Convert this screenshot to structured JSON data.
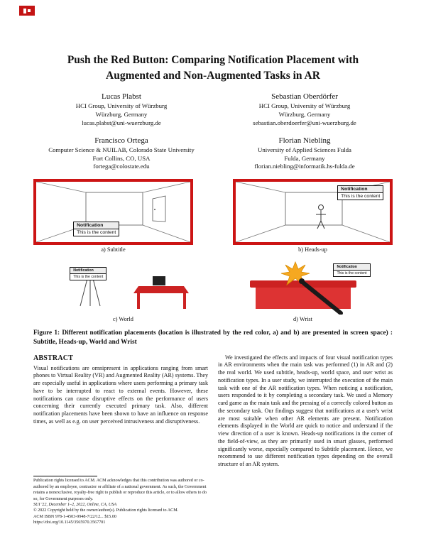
{
  "colors": {
    "accent_red": "#cc1414",
    "star_yellow": "#f6a820"
  },
  "paper": {
    "title_line1": "Push the Red Button: Comparing Notification Placement with",
    "title_line2": "Augmented and Non-Augmented Tasks in AR"
  },
  "authors": [
    {
      "name": "Lucas Plabst",
      "affil1": "HCI Group, University of Würzburg",
      "affil2": "Würzburg, Germany",
      "email": "lucas.plabst@uni-wuerzburg.de"
    },
    {
      "name": "Sebastian Oberdörfer",
      "affil1": "HCI Group, University of Würzburg",
      "affil2": "Würzburg, Germany",
      "email": "sebastian.oberdoerfer@uni-wuerzburg.de"
    },
    {
      "name": "Francisco Ortega",
      "affil1": "Computer Science & NUILAB, Colorado State University",
      "affil2": "Fort Collins, CO, USA",
      "email": "fortega@colostate.edu"
    },
    {
      "name": "Florian Niebling",
      "affil1": "University of Applied Sciences Fulda",
      "affil2": "Fulda, Germany",
      "email": "florian.niebling@informatik.hs-fulda.de"
    }
  ],
  "figure": {
    "notification_title": "Notification",
    "notification_body": "This is the content",
    "panels": [
      {
        "label": "a) Subtitle"
      },
      {
        "label": "b) Heads-up"
      },
      {
        "label": "c) World"
      },
      {
        "label": "d) Wrist"
      }
    ],
    "caption": "Figure 1: Different notification placements (location is illustrated by the red color, a) and b) are presented in screen space) : Subtitle, Heads-up, World and Wrist"
  },
  "abstract": {
    "heading": "ABSTRACT",
    "text": "Visual notifications are omnipresent in applications ranging from smart phones to Virtual Reality (VR) and Augmented Reality (AR) systems. They are especially useful in applications where users performing a primary task have to be interrupted to react to external events. However, these notifications can cause disruptive effects on the performance of users concerning their currently executed primary task. Also, different notification placements have been shown to have an influence on response times, as well as e.g. on user perceived intrusiveness and disruptiveness."
  },
  "right_column": {
    "text": "We investigated the effects and impacts of four visual notification types in AR environments when the main task was performed (1) in AR and (2) the real world. We used subtitle, heads-up, world space, and user wrist as notification types. In a user study, we interrupted the execution of the main task with one of the AR notification types. When noticing a notification, users responded to it by completing a secondary task. We used a Memory card game as the main task and the pressing of a correctly colored button as the secondary task. Our findings suggest that notifications at a user's wrist are most suitable when other AR elements are present. Notification elements displayed in the World are quick to notice and understand if the view direction of a user is known. Heads-up notifications in the corner of the field-of-view, as they are primarily used in smart glasses, performed significantly worse, especially compared to Subtitle placement. Hence, we recommend to use different notification types depending on the overall structure of an AR system."
  },
  "footnote": {
    "rights": "Publication rights licensed to ACM. ACM acknowledges that this contribution was authored or co-authored by an employee, contractor or affiliate of a national government. As such, the Government retains a nonexclusive, royalty-free right to publish or reproduce this article, or to allow others to do so, for Government purposes only.",
    "venue": "SUI '22, December 1–2, 2022, Online, CA, USA",
    "copyright": "© 2022 Copyright held by the owner/author(s). Publication rights licensed to ACM.",
    "isbn": "ACM ISBN 978-1-4503-9948-7/22/12... $15.00",
    "doi": "https://doi.org/10.1145/3565970.3567701"
  }
}
